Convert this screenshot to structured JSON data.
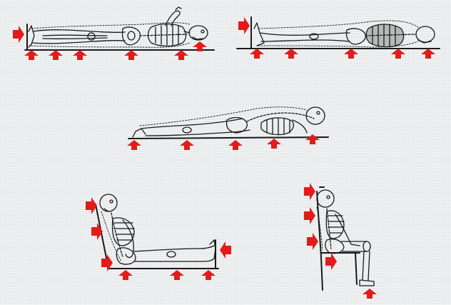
{
  "colors": {
    "arrow": "#e31b1b",
    "ink": "#1a1a1a",
    "background": "#e9ebec"
  },
  "figures": [
    {
      "id": "supine-lateral",
      "description_icon": "skeleton-lying-on-back-side-view"
    },
    {
      "id": "supine-top",
      "description_icon": "skeleton-lying-top-view"
    },
    {
      "id": "prone",
      "description_icon": "skeleton-lying-prone"
    },
    {
      "id": "long-sitting",
      "description_icon": "skeleton-long-sitting"
    },
    {
      "id": "chair-sitting",
      "description_icon": "skeleton-chair-sitting"
    }
  ],
  "pressure_arrow_icon": "pressure-point-arrow-icon"
}
